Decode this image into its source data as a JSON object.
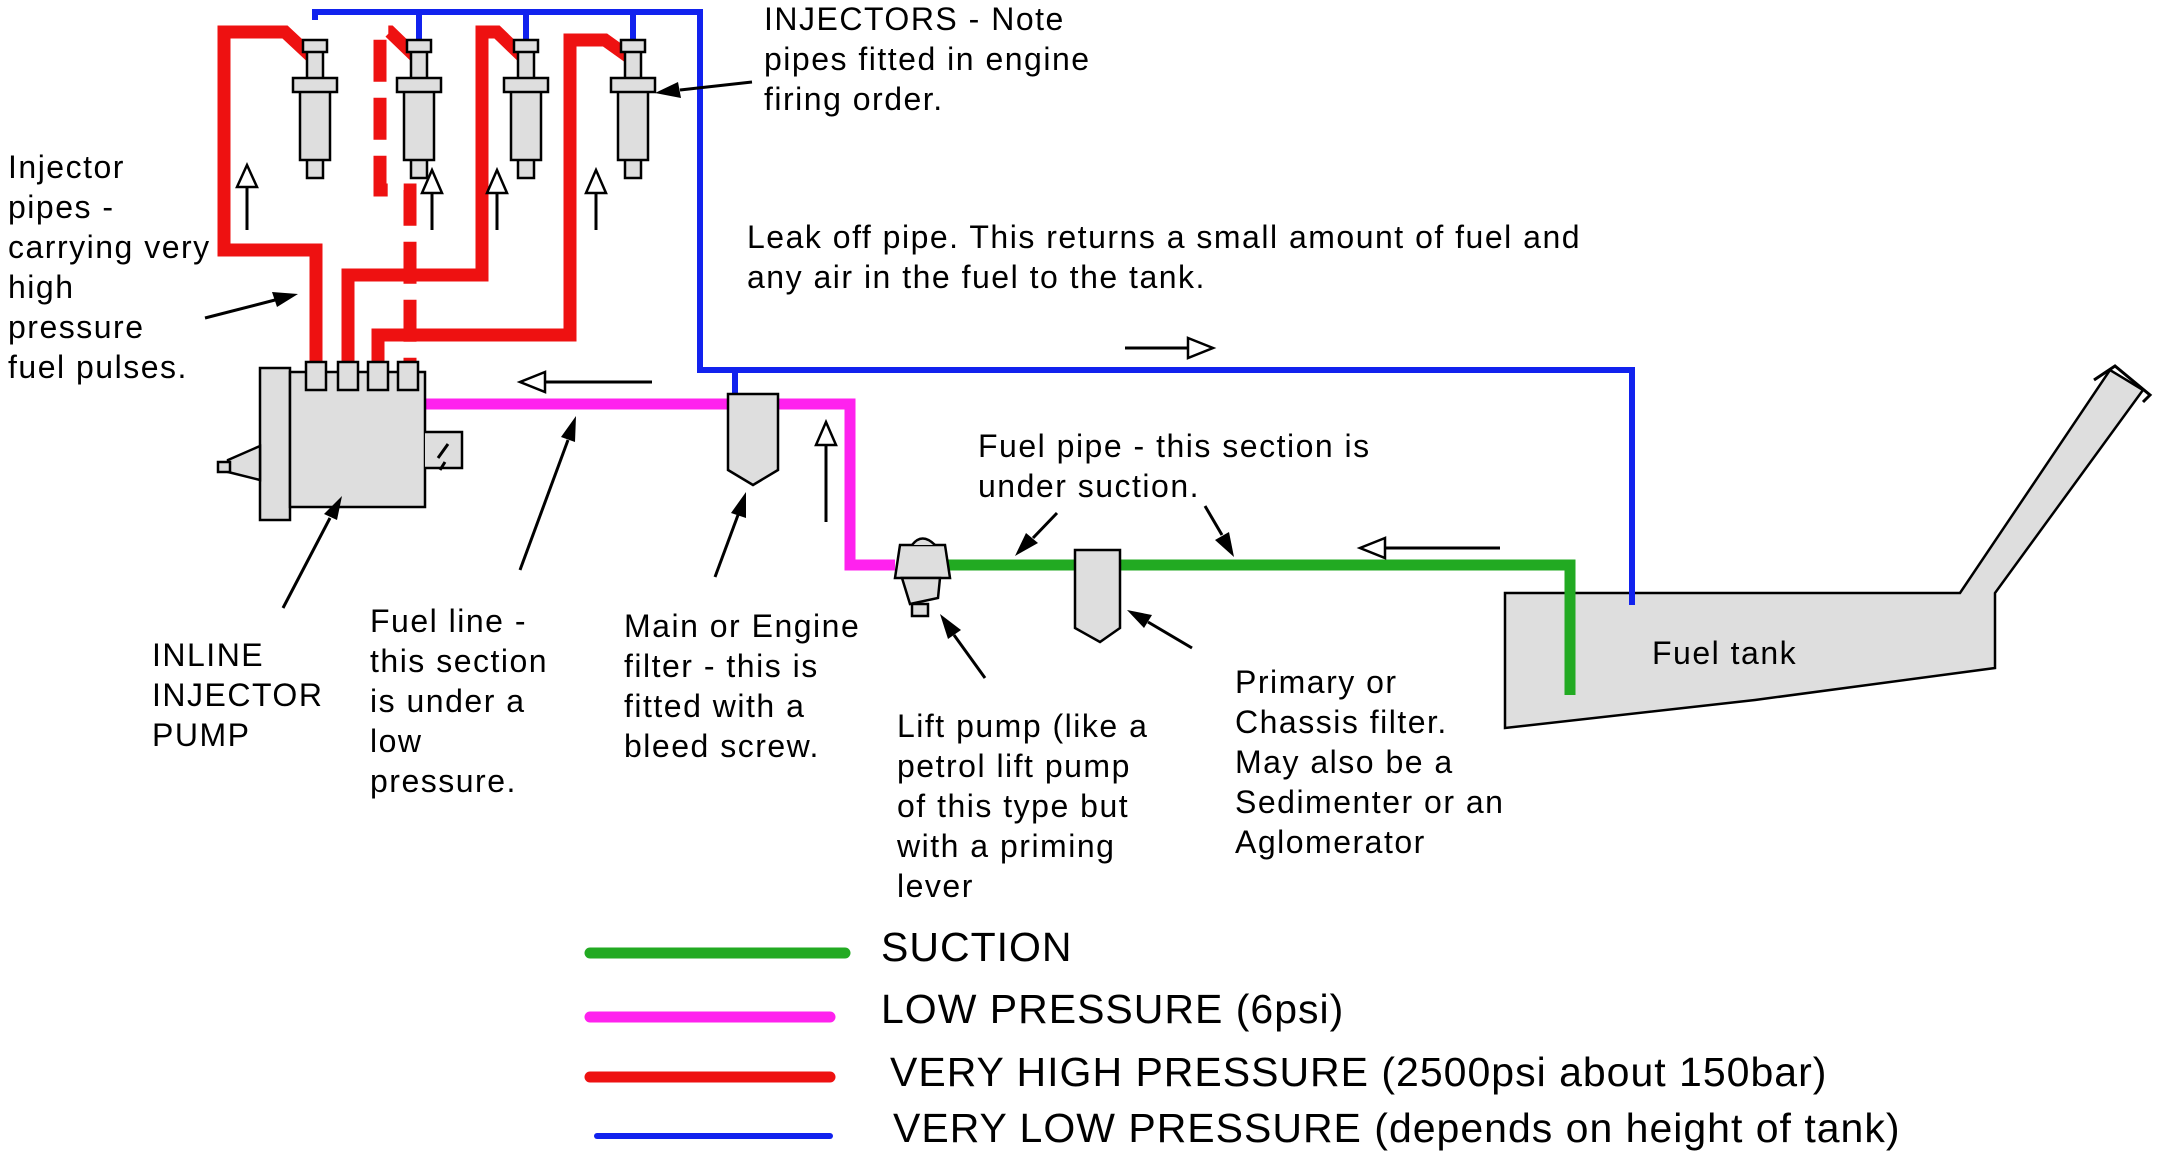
{
  "labels": {
    "injectors": [
      "INJECTORS - Note",
      "pipes fitted in engine",
      "firing order."
    ],
    "injector_pipes": [
      "Injector",
      "pipes -",
      "carrying very",
      "high",
      "pressure",
      "fuel pulses."
    ],
    "leak_off": [
      "Leak off pipe. This returns a small amount of fuel and",
      "any air in the fuel to the tank."
    ],
    "fuel_pipe": [
      "Fuel pipe - this section is",
      "under suction."
    ],
    "fuel_tank": "Fuel tank",
    "inline_pump": [
      "INLINE",
      "INJECTOR",
      "PUMP"
    ],
    "fuel_line": [
      "Fuel line -",
      "this section",
      "is under a",
      "low",
      "pressure."
    ],
    "main_filter": [
      "Main or Engine",
      "filter - this is",
      "fitted with a",
      "bleed screw."
    ],
    "lift_pump": [
      "Lift pump (like a",
      "petrol lift pump",
      "of this type but",
      "with a priming",
      "lever"
    ],
    "primary_filter": [
      "Primary or",
      "Chassis filter.",
      "May also be a",
      "Sedimenter or an",
      "Aglomerator"
    ]
  },
  "legend": [
    {
      "label": "SUCTION",
      "color": "#22aa22"
    },
    {
      "label": "LOW PRESSURE (6psi)",
      "color": "#ff22ee"
    },
    {
      "label": "VERY HIGH PRESSURE (2500psi about 150bar)",
      "color": "#ee1111"
    },
    {
      "label": "VERY LOW PRESSURE (depends on height of tank)",
      "color": "#1122ee"
    }
  ],
  "colors": {
    "suction": "#22aa22",
    "low_pressure": "#ff22ee",
    "very_high_pressure": "#ee1111",
    "very_low_pressure": "#1122ee"
  }
}
